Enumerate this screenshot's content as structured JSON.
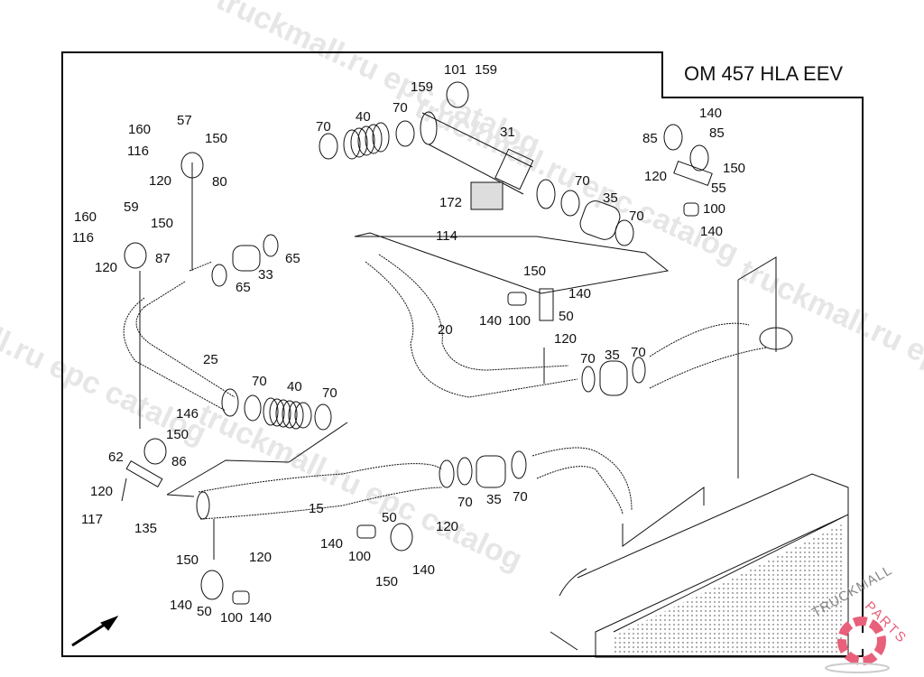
{
  "title": "OM 457 HLA EEV",
  "watermarks": [
    "truckmall.ru epc catalog",
    "truckmall.ru epc catalog",
    "truckmall.ru epc catalog",
    "truckmall.ru epc catalog",
    "truckmall.ru epc catalog"
  ],
  "logo": {
    "text": "TRUCKMALLPARTS",
    "part1": "TRUCKMALL",
    "part2": "PARTS",
    "accent_color": "#e8607a"
  },
  "labels": [
    {
      "id": "57",
      "text": "57"
    },
    {
      "id": "160a",
      "text": "160"
    },
    {
      "id": "150a",
      "text": "150"
    },
    {
      "id": "116a",
      "text": "116"
    },
    {
      "id": "120a",
      "text": "120"
    },
    {
      "id": "80",
      "text": "80"
    },
    {
      "id": "59",
      "text": "59"
    },
    {
      "id": "160b",
      "text": "160"
    },
    {
      "id": "150b",
      "text": "150"
    },
    {
      "id": "116b",
      "text": "116"
    },
    {
      "id": "120b",
      "text": "120"
    },
    {
      "id": "87",
      "text": "87"
    },
    {
      "id": "65a",
      "text": "65"
    },
    {
      "id": "65b",
      "text": "65"
    },
    {
      "id": "33",
      "text": "33"
    },
    {
      "id": "25",
      "text": "25"
    },
    {
      "id": "70a",
      "text": "70"
    },
    {
      "id": "40a",
      "text": "40"
    },
    {
      "id": "70b",
      "text": "70"
    },
    {
      "id": "159a",
      "text": "159"
    },
    {
      "id": "101",
      "text": "101"
    },
    {
      "id": "159b",
      "text": "159"
    },
    {
      "id": "31",
      "text": "31"
    },
    {
      "id": "172",
      "text": "172"
    },
    {
      "id": "114",
      "text": "114"
    },
    {
      "id": "70c",
      "text": "70"
    },
    {
      "id": "35a",
      "text": "35"
    },
    {
      "id": "70d",
      "text": "70"
    },
    {
      "id": "140a",
      "text": "140"
    },
    {
      "id": "85a",
      "text": "85"
    },
    {
      "id": "85b",
      "text": "85"
    },
    {
      "id": "150c",
      "text": "150"
    },
    {
      "id": "120c",
      "text": "120"
    },
    {
      "id": "55",
      "text": "55"
    },
    {
      "id": "100a",
      "text": "100"
    },
    {
      "id": "140b",
      "text": "140"
    },
    {
      "id": "20",
      "text": "20"
    },
    {
      "id": "150d",
      "text": "150"
    },
    {
      "id": "140c",
      "text": "140"
    },
    {
      "id": "140d",
      "text": "140"
    },
    {
      "id": "100b",
      "text": "100"
    },
    {
      "id": "50a",
      "text": "50"
    },
    {
      "id": "120d",
      "text": "120"
    },
    {
      "id": "70e",
      "text": "70"
    },
    {
      "id": "35b",
      "text": "35"
    },
    {
      "id": "70f",
      "text": "70"
    },
    {
      "id": "70g",
      "text": "70"
    },
    {
      "id": "40b",
      "text": "40"
    },
    {
      "id": "70h",
      "text": "70"
    },
    {
      "id": "146",
      "text": "146"
    },
    {
      "id": "150e",
      "text": "150"
    },
    {
      "id": "62",
      "text": "62"
    },
    {
      "id": "86",
      "text": "86"
    },
    {
      "id": "120e",
      "text": "120"
    },
    {
      "id": "117",
      "text": "117"
    },
    {
      "id": "135",
      "text": "135"
    },
    {
      "id": "15",
      "text": "15"
    },
    {
      "id": "70i",
      "text": "70"
    },
    {
      "id": "35c",
      "text": "35"
    },
    {
      "id": "70j",
      "text": "70"
    },
    {
      "id": "50b",
      "text": "50"
    },
    {
      "id": "120f",
      "text": "120"
    },
    {
      "id": "140e",
      "text": "140"
    },
    {
      "id": "100c",
      "text": "100"
    },
    {
      "id": "140f",
      "text": "140"
    },
    {
      "id": "150f",
      "text": "150"
    },
    {
      "id": "150g",
      "text": "150"
    },
    {
      "id": "120g",
      "text": "120"
    },
    {
      "id": "140g",
      "text": "140"
    },
    {
      "id": "50c",
      "text": "50"
    },
    {
      "id": "100d",
      "text": "100"
    },
    {
      "id": "140h",
      "text": "140"
    }
  ]
}
